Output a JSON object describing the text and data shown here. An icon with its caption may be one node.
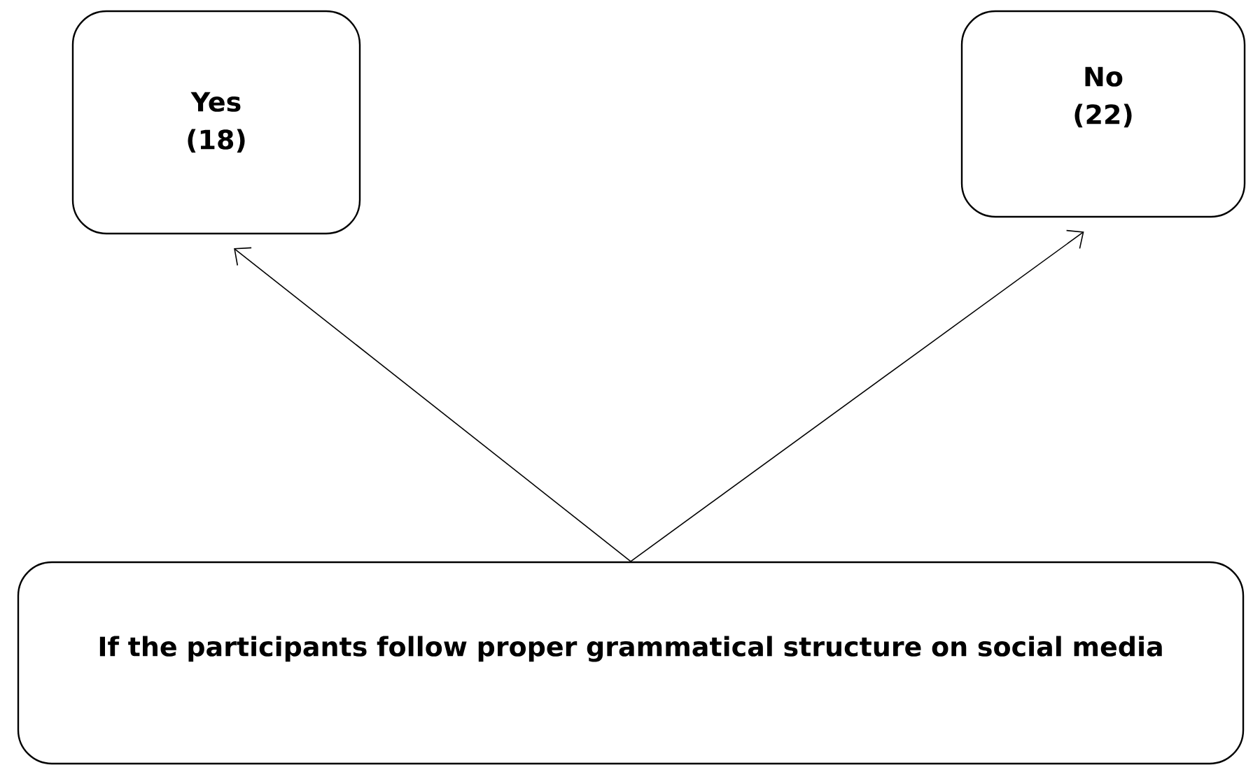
{
  "diagram": {
    "nodes": [
      {
        "text": [
          "Yes (18)"
        ]
      },
      {
        "text": [
          "No (22)"
        ]
      },
      {
        "text": [
          "If the participants follow proper grammatical structure on social media"
        ]
      }
    ],
    "edges": [
      {
        "from": 2,
        "to": 0,
        "arrow": "to"
      },
      {
        "from": 2,
        "to": 1,
        "arrow": "to"
      }
    ]
  }
}
